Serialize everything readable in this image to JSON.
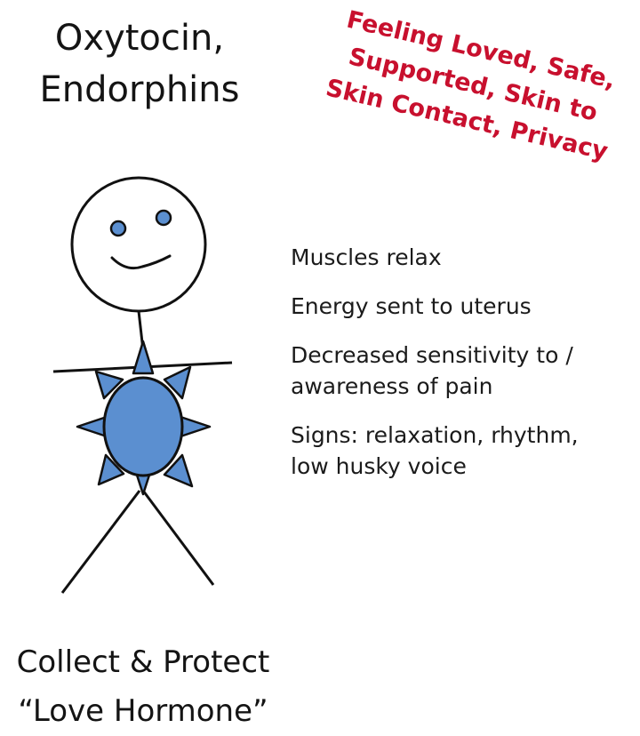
{
  "hormones": {
    "line1": "Oxytocin,",
    "line2": "Endorphins"
  },
  "triggers": {
    "lines": [
      "Feeling Loved, Safe,",
      "Supported, Skin to",
      "Skin Contact, Privacy"
    ],
    "color": "#c8102e"
  },
  "effects": [
    {
      "lines": [
        "Muscles relax"
      ]
    },
    {
      "lines": [
        "Energy sent to uterus"
      ]
    },
    {
      "lines": [
        "Decreased sensitivity to /",
        "awareness of pain"
      ]
    },
    {
      "lines": [
        "Signs: relaxation, rhythm,",
        "low husky voice"
      ]
    }
  ],
  "caption": {
    "line1": "Collect & Protect",
    "line2": "“Love Hormone”"
  },
  "figure": {
    "icon": "stick-figure-icon",
    "body_fill": "#5b8fd0",
    "ray_fill": "#5b8fd0",
    "stroke": "#111111"
  }
}
